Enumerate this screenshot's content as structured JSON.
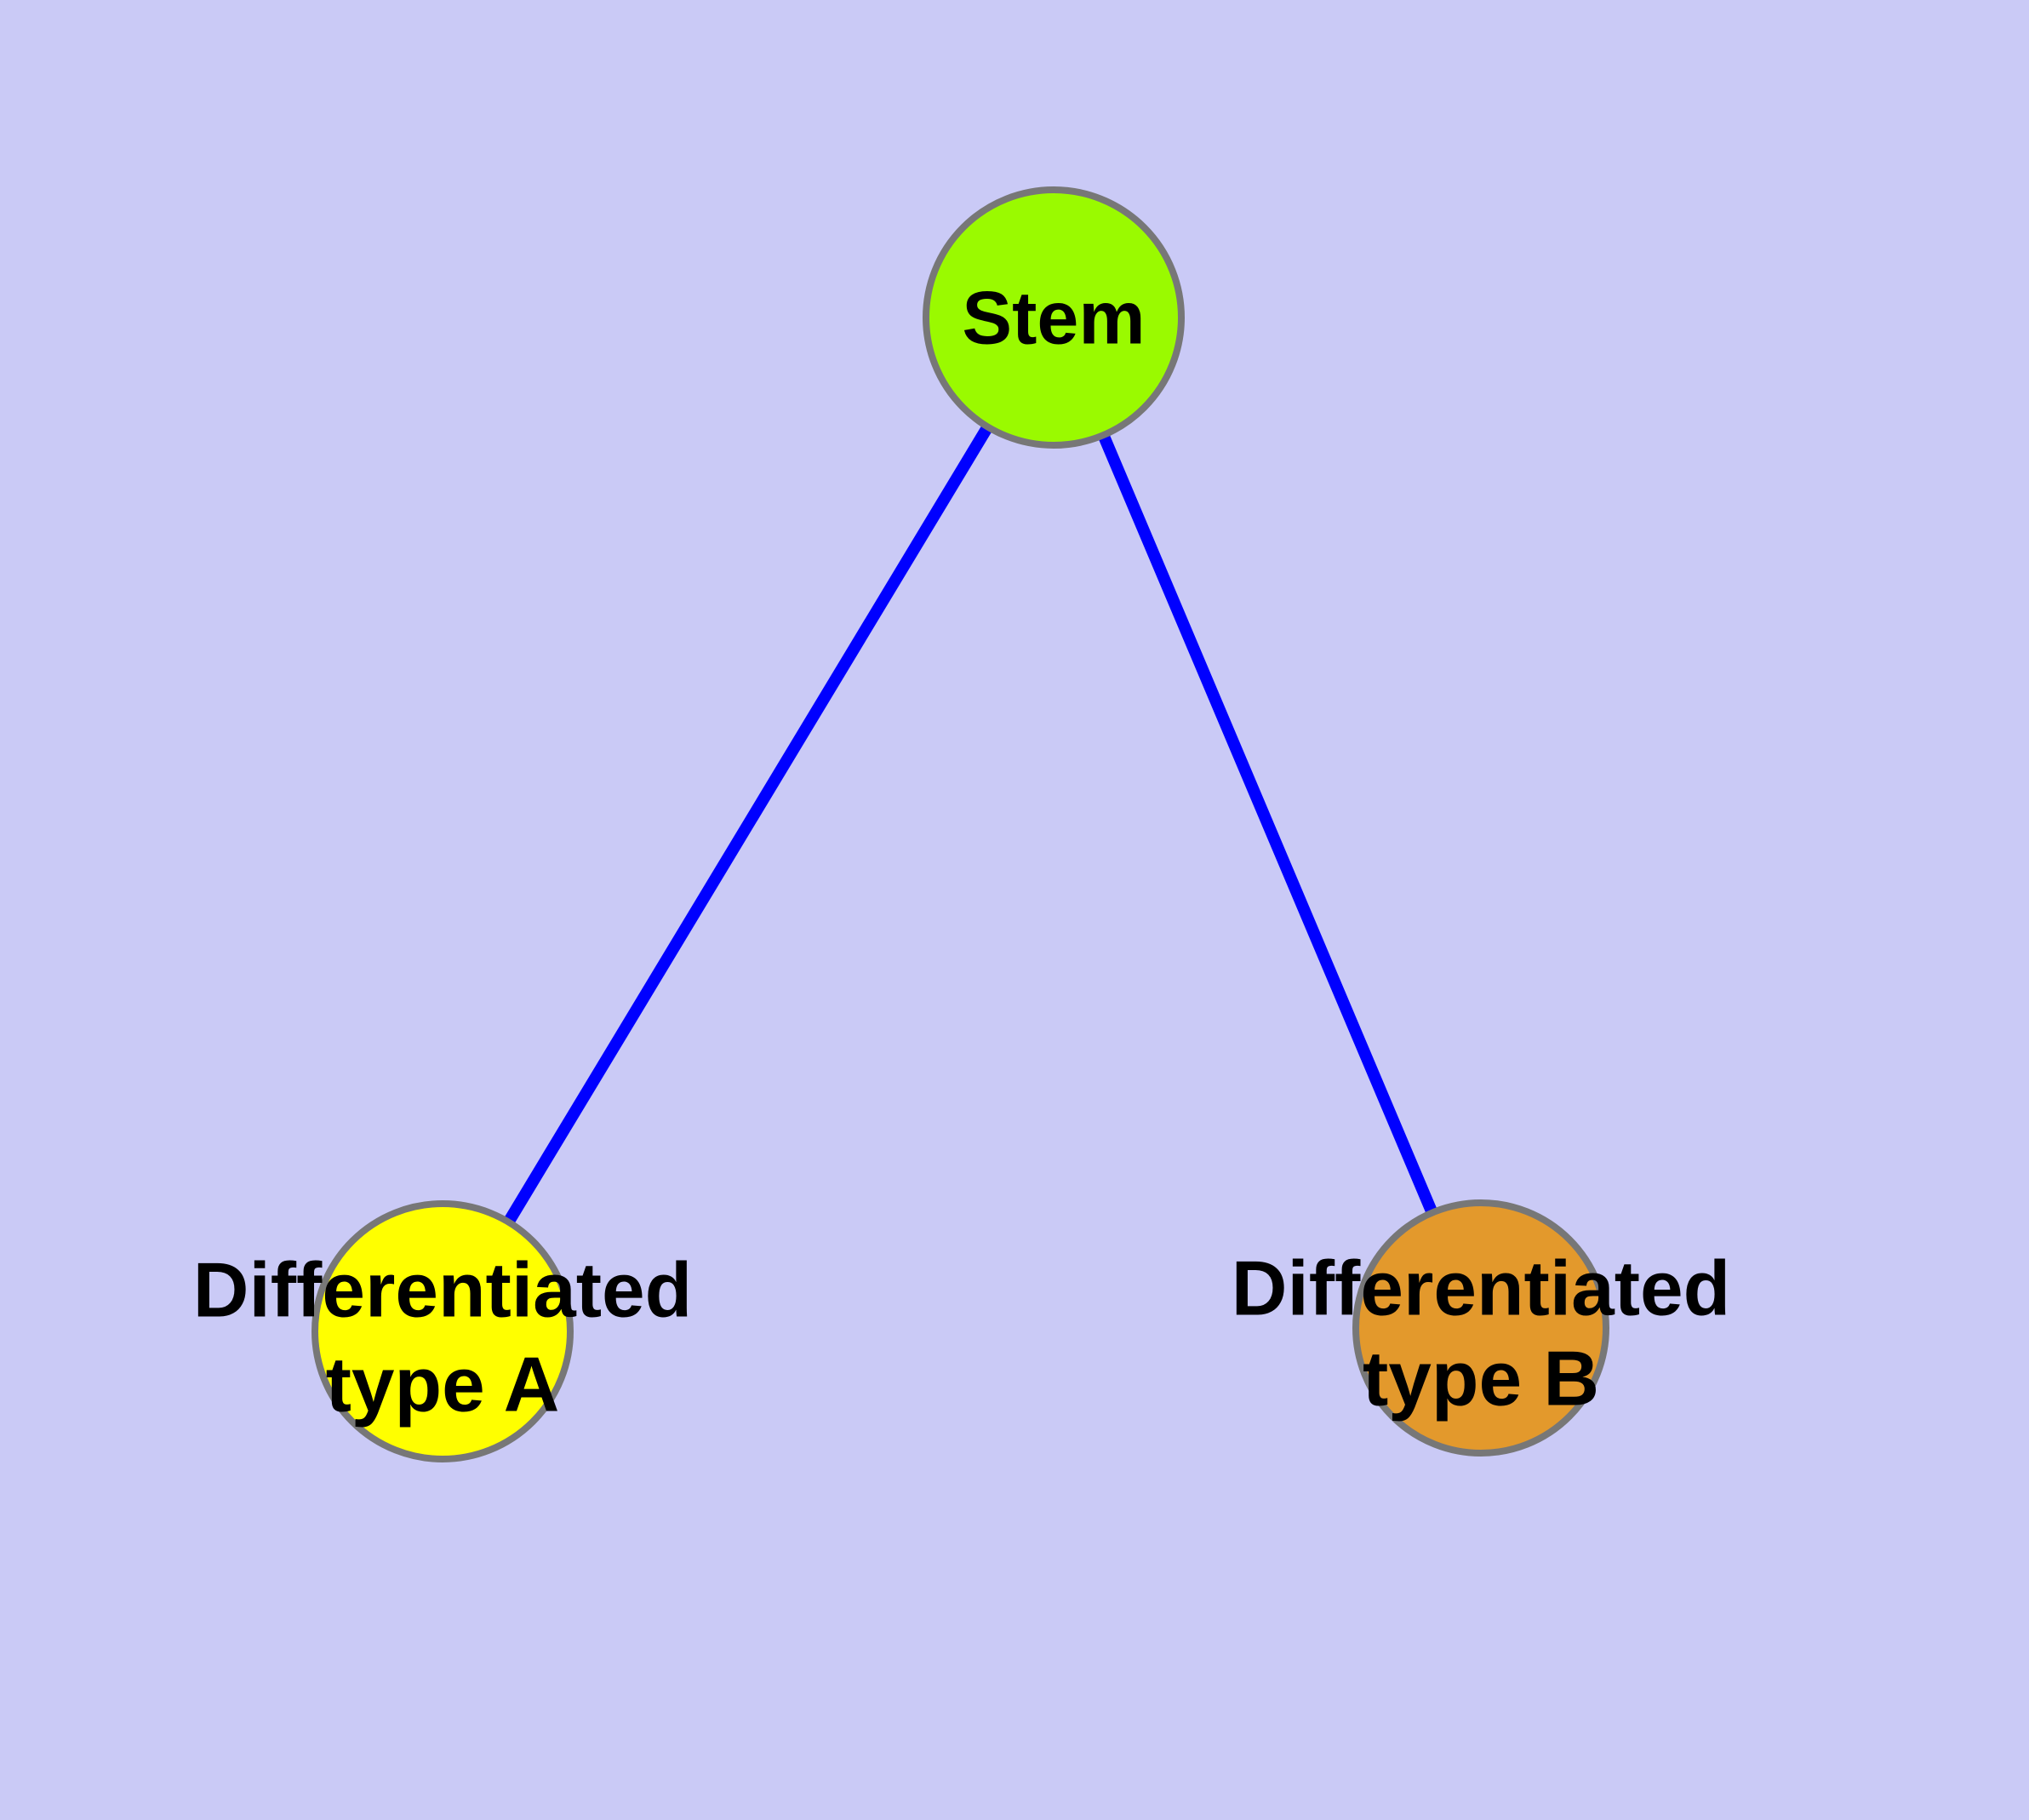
{
  "diagram": {
    "background_color": "#cacaf6",
    "edge_color": "#0000ff",
    "node_border_color": "#777777",
    "text_color": "#000000",
    "nodes": {
      "stem": {
        "label": "Stem",
        "fill": "#9afa00"
      },
      "differentiated_a": {
        "label_line1": "Differentiated",
        "label_line2": "type A",
        "fill": "#ffff00"
      },
      "differentiated_b": {
        "label_line1": "Differentiated",
        "label_line2": "type B",
        "fill": "#e3992c"
      }
    },
    "edges": [
      {
        "from": "Stem",
        "to": "Differentiated type A"
      },
      {
        "from": "Stem",
        "to": "Differentiated type B"
      }
    ]
  }
}
